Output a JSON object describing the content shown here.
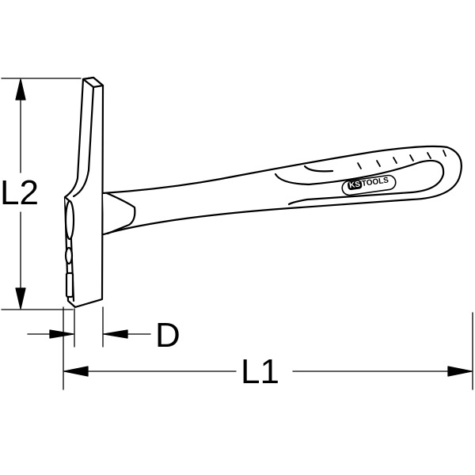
{
  "drawing": {
    "subject": "Electrician's hammer",
    "brand_logo": "KS TOOLS",
    "brand_prefix": "KS",
    "brand_suffix": "TOOLS",
    "line_color": "#000000",
    "background": "#ffffff"
  },
  "dimensions": {
    "l1": "L1",
    "l2": "L2",
    "d": "D"
  }
}
